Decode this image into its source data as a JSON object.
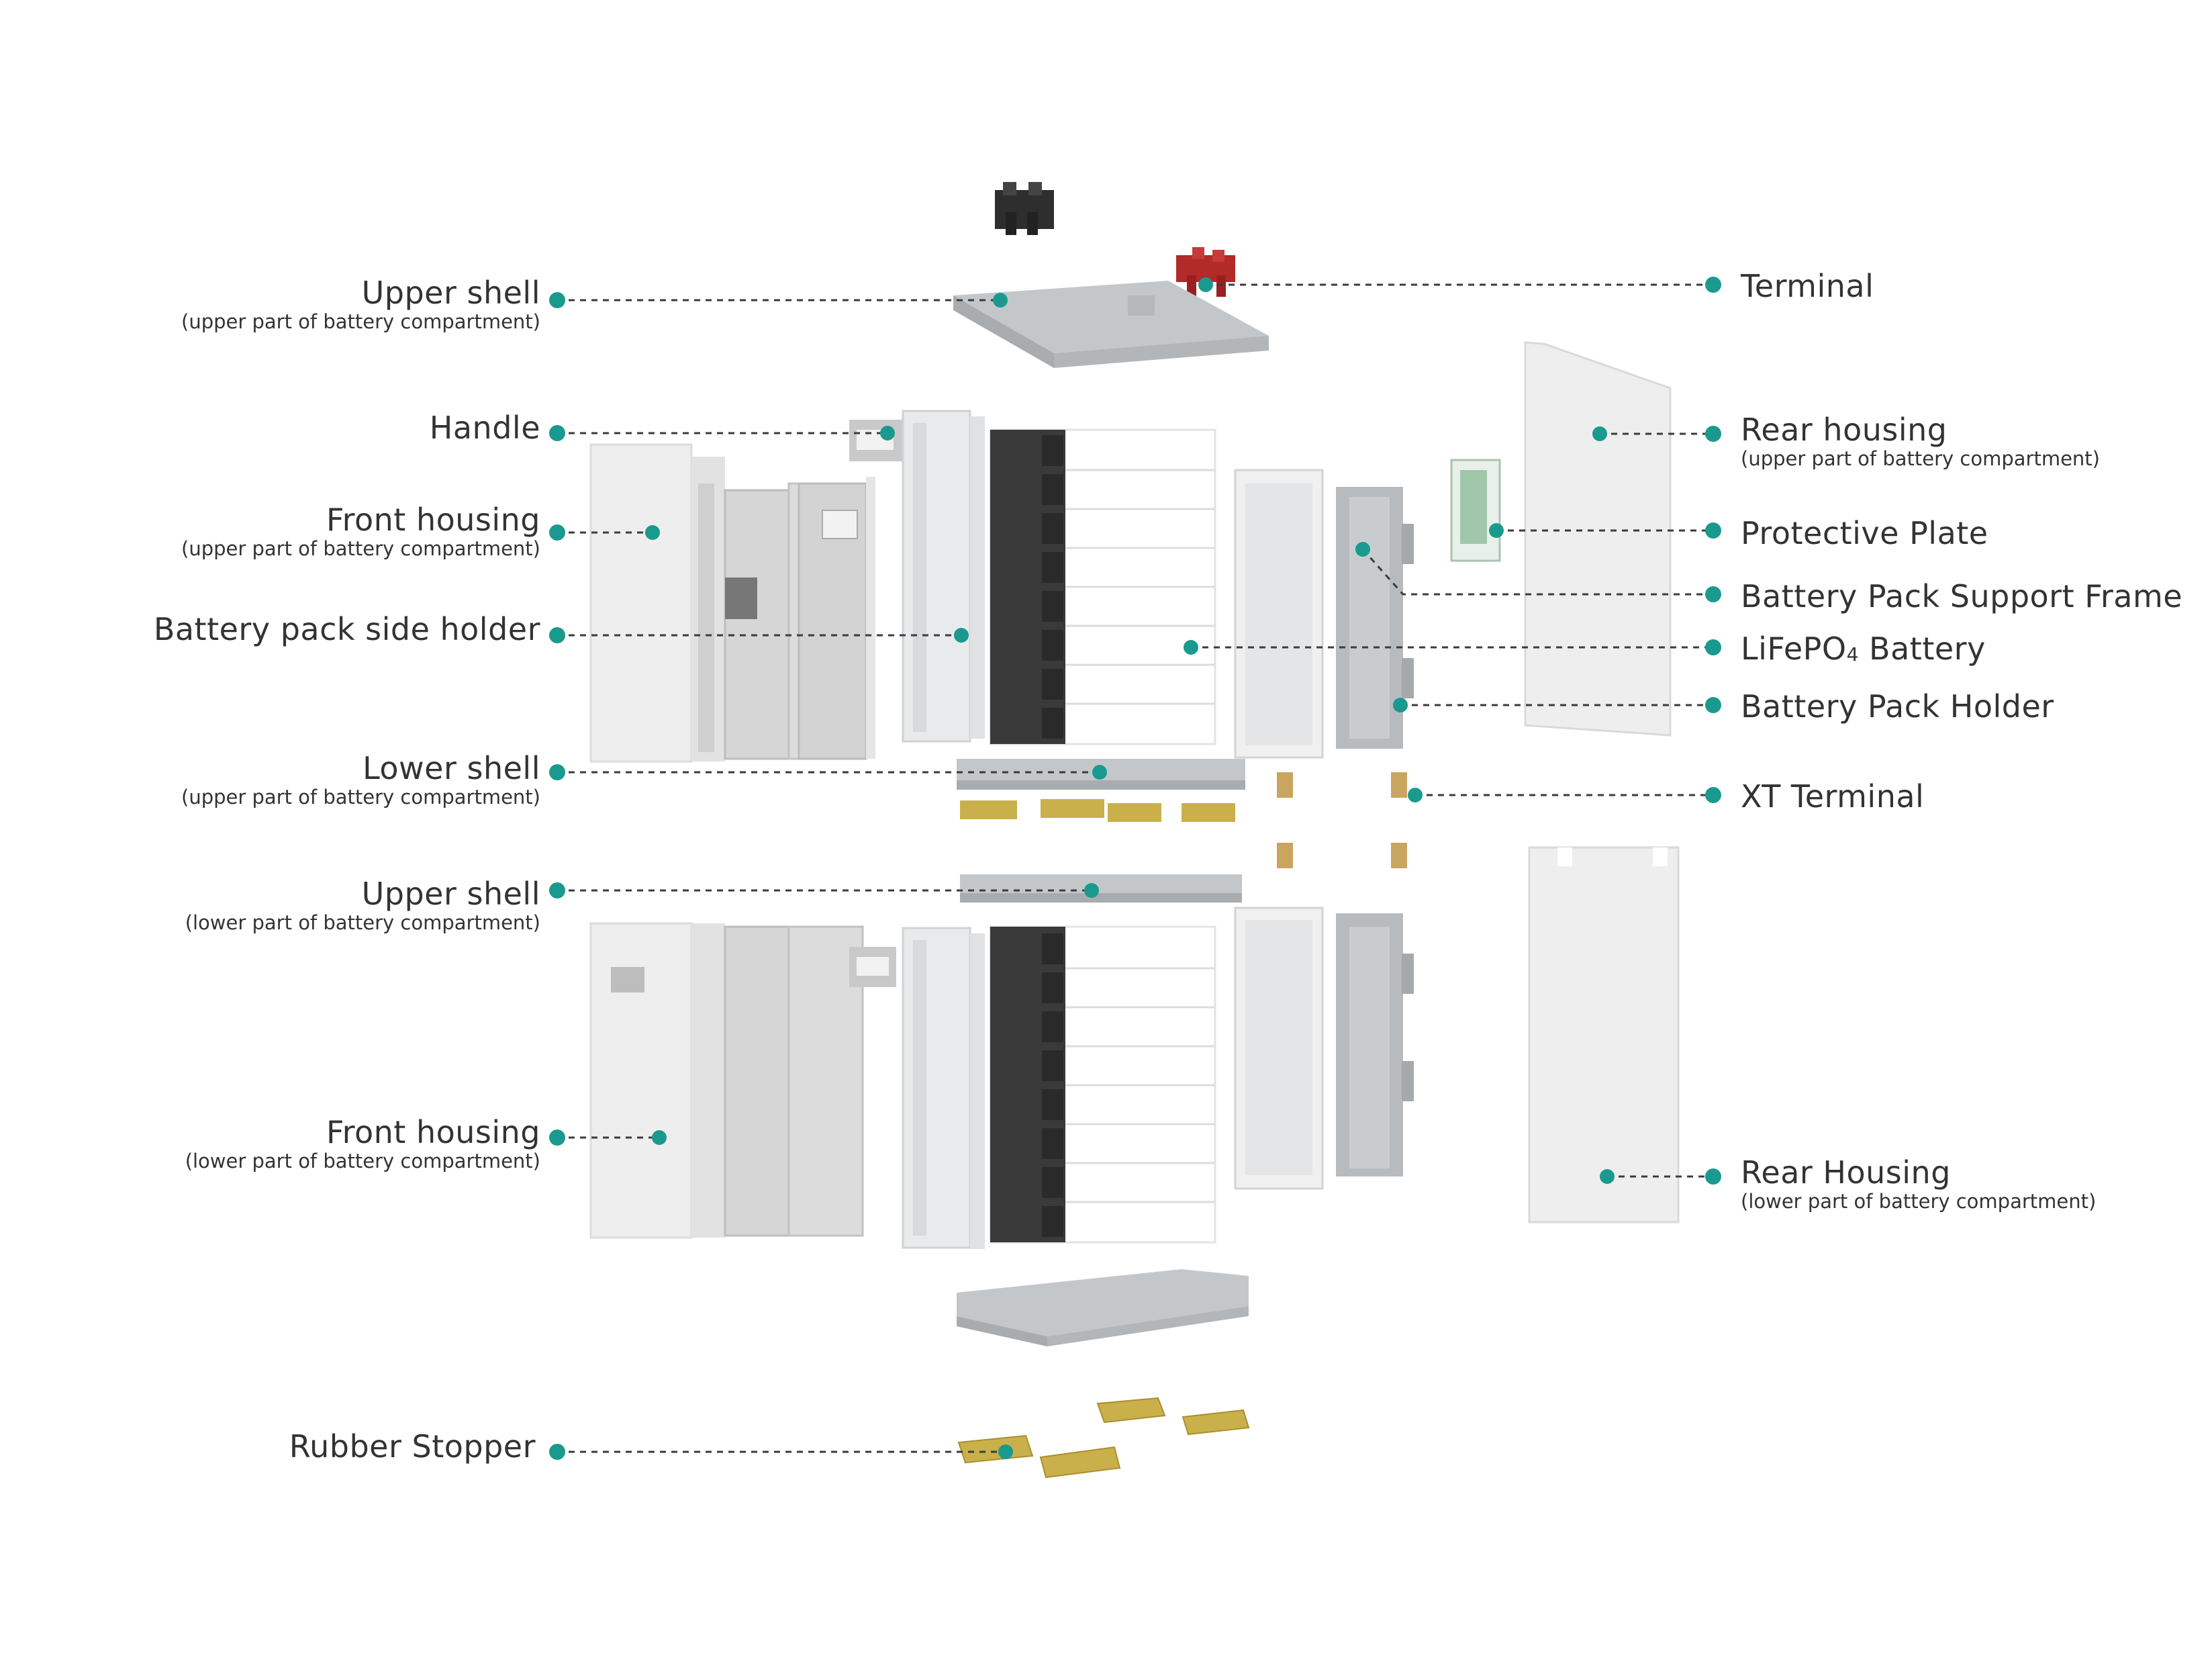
{
  "colors": {
    "accent": "#1a9a8e",
    "line": "#3b3b3b",
    "housing": "#e9e9e9",
    "frame": "#bfc3c6",
    "cell_cap": "#3a3a3a",
    "terminal_red": "#b22a2a",
    "terminal_dark": "#2e2e2e",
    "rubber": "#c9b04a",
    "xt": "#c9a560"
  },
  "labels_left": [
    {
      "key": "upper-shell-upper",
      "title": "Upper shell",
      "subtitle": "(upper part of battery compartment)"
    },
    {
      "key": "handle",
      "title": "Handle",
      "subtitle": ""
    },
    {
      "key": "front-housing-upper",
      "title": "Front housing",
      "subtitle": "(upper part of battery compartment)"
    },
    {
      "key": "battery-pack-side-holder",
      "title": "Battery pack side holder",
      "subtitle": ""
    },
    {
      "key": "lower-shell-upper",
      "title": "Lower shell",
      "subtitle": "(upper part of battery compartment)"
    },
    {
      "key": "upper-shell-lower",
      "title": "Upper shell",
      "subtitle": "(lower part of battery compartment)"
    },
    {
      "key": "front-housing-lower",
      "title": "Front housing",
      "subtitle": "(lower part of battery compartment)"
    },
    {
      "key": "rubber-stopper",
      "title": "Rubber Stopper",
      "subtitle": ""
    }
  ],
  "labels_right": [
    {
      "key": "terminal",
      "title": "Terminal",
      "subtitle": ""
    },
    {
      "key": "rear-housing-upper",
      "title": "Rear housing",
      "subtitle": "(upper part of battery compartment)"
    },
    {
      "key": "protective-plate",
      "title": "Protective Plate",
      "subtitle": ""
    },
    {
      "key": "battery-pack-support-frame",
      "title": "Battery Pack Support Frame",
      "subtitle": ""
    },
    {
      "key": "lifepo4-battery",
      "title": "LiFePO",
      "title_sub": "4",
      "title_end": " Battery",
      "subtitle": ""
    },
    {
      "key": "battery-pack-holder",
      "title": "Battery Pack Holder",
      "subtitle": ""
    },
    {
      "key": "xt-terminal",
      "title": "XT Terminal",
      "subtitle": ""
    },
    {
      "key": "rear-housing-lower",
      "title": "Rear Housing",
      "subtitle": "(lower part of battery compartment)"
    }
  ]
}
